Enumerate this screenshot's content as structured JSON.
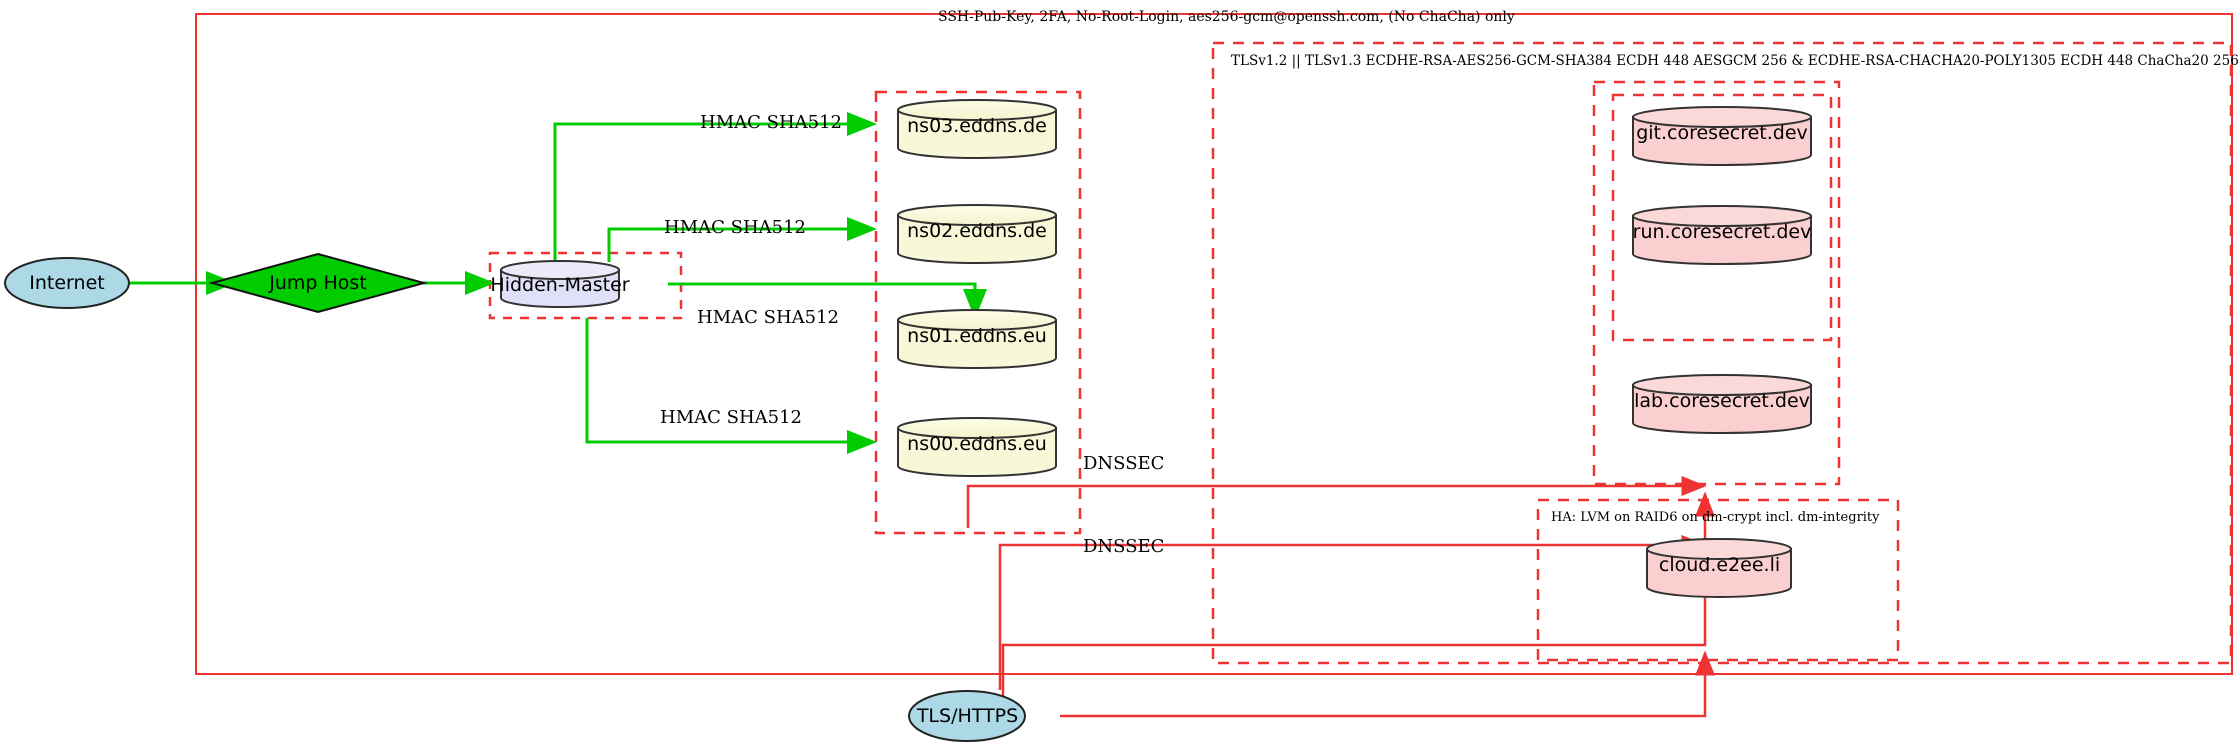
{
  "diagram": {
    "title_top": "SSH-Pub-Key, 2FA, No-Root-Login, aes256-gcm@openssh.com, (No ChaCha) only",
    "colors": {
      "boundary_red": "#ee3333",
      "flow_green": "#00cc00",
      "node_blue": "#add8e6",
      "node_lavender": "#e0e0f8",
      "node_cream": "#f8f8d8",
      "node_pink": "#fbcfcf",
      "diamond_green": "#00cc00",
      "stroke_dark": "#333333"
    },
    "boundaries": [
      {
        "name": "ssh-boundary",
        "label": "SSH-Pub-Key, 2FA, No-Root-Login, aes256-gcm@openssh.com, (No ChaCha) only",
        "style": "solid"
      },
      {
        "name": "tls-boundary",
        "label": "TLSv1.2 || TLSv1.3 ECDHE-RSA-AES256-GCM-SHA384 ECDH 448 AESGCM 256 & ECDHE-RSA-CHACHA20-POLY1305 ECDH 448 ChaCha20 256",
        "style": "dashed"
      },
      {
        "name": "ha-boundary",
        "label": "HA: LVM on RAID6 on dm-crypt incl. dm-integrity",
        "style": "dashed"
      },
      {
        "name": "hidden-master-boundary",
        "label": "",
        "style": "dashed"
      },
      {
        "name": "dns-cluster-boundary",
        "label": "",
        "style": "dashed"
      },
      {
        "name": "coresecret-boundary",
        "label": "",
        "style": "dashed"
      },
      {
        "name": "git-run-boundary",
        "label": "",
        "style": "dashed"
      }
    ],
    "nodes": {
      "internet": {
        "label": "Internet",
        "shape": "ellipse",
        "fill": "#add8e6"
      },
      "jump_host": {
        "label": "Jump Host",
        "shape": "diamond",
        "fill": "#00cc00"
      },
      "hidden_master": {
        "label": "Hidden-Master",
        "shape": "cylinder",
        "fill": "#e0e0f8"
      },
      "ns03": {
        "label": "ns03.eddns.de",
        "shape": "cylinder",
        "fill": "#f8f8d8"
      },
      "ns02": {
        "label": "ns02.eddns.de",
        "shape": "cylinder",
        "fill": "#f8f8d8"
      },
      "ns01": {
        "label": "ns01.eddns.eu",
        "shape": "cylinder",
        "fill": "#f8f8d8"
      },
      "ns00": {
        "label": "ns00.eddns.eu",
        "shape": "cylinder",
        "fill": "#f8f8d8"
      },
      "git": {
        "label": "git.coresecret.dev",
        "shape": "cylinder",
        "fill": "#fbcfcf"
      },
      "run": {
        "label": "run.coresecret.dev",
        "shape": "cylinder",
        "fill": "#fbcfcf"
      },
      "lab": {
        "label": "lab.coresecret.dev",
        "shape": "cylinder",
        "fill": "#fbcfcf"
      },
      "cloud": {
        "label": "cloud.e2ee.li",
        "shape": "cylinder",
        "fill": "#fbcfcf"
      },
      "tls_https": {
        "label": "TLS/HTTPS",
        "shape": "ellipse",
        "fill": "#add8e6"
      }
    },
    "edge_labels": [
      {
        "name": "edge-label-hmac-ns03",
        "text": "HMAC SHA512"
      },
      {
        "name": "edge-label-hmac-ns02",
        "text": "HMAC SHA512"
      },
      {
        "name": "edge-label-hmac-ns01",
        "text": "HMAC SHA512"
      },
      {
        "name": "edge-label-hmac-ns00",
        "text": "HMAC SHA512"
      },
      {
        "name": "edge-label-dnssec-upper",
        "text": "DNSSEC"
      },
      {
        "name": "edge-label-dnssec-lower",
        "text": "DNSSEC"
      }
    ]
  }
}
